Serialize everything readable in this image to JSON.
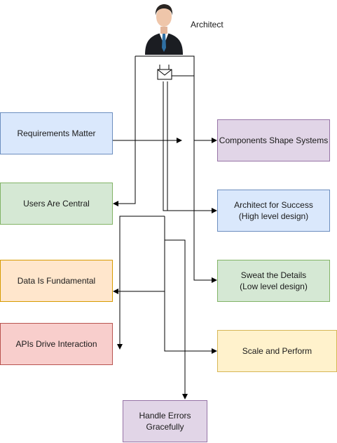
{
  "actor": {
    "label": "Architect",
    "icon": "businessman-icon"
  },
  "nodes": {
    "requirements": "Requirements Matter",
    "users": "Users Are Central",
    "data": "Data Is Fundamental",
    "apis": "APIs Drive Interaction",
    "components": "Components Shape Systems",
    "architect": "Architect for Success\n(High level design)",
    "sweat": "Sweat the Details\n(Low level design)",
    "scale": "Scale and Perform",
    "errors": "Handle Errors\nGracefully"
  },
  "colors": {
    "blue_fill": "#dae8fc",
    "green_fill": "#d5e8d4",
    "orange_fill": "#ffe6cc",
    "red_fill": "#f8cecc",
    "purple_fill": "#e1d5e7",
    "yellow_fill": "#fff2cc",
    "edge": "#000000"
  }
}
